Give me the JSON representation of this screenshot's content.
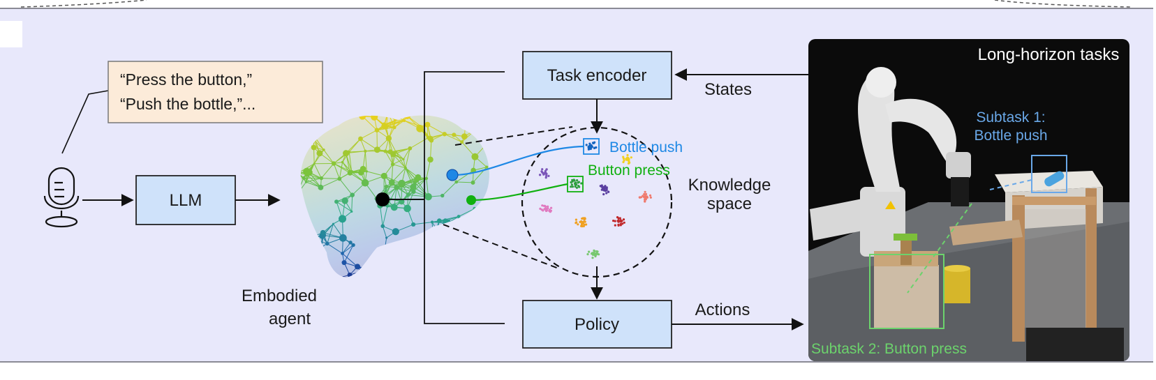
{
  "panel_label": "",
  "speech_bubble": {
    "line1": "“Press the button,”",
    "line2": "“Push the bottle,”..."
  },
  "boxes": {
    "llm": "LLM",
    "task_encoder": "Task encoder",
    "policy": "Policy"
  },
  "arrow_labels": {
    "states": "States",
    "actions": "Actions"
  },
  "agent_label": {
    "line1": "Embodied",
    "line2": "agent"
  },
  "knowledge_space": {
    "line1": "Knowledge",
    "line2": "space",
    "skills": [
      {
        "name": "Bottle push",
        "color": "#1e88e5"
      },
      {
        "name": "Button press",
        "color": "#10b010"
      }
    ],
    "cluster_colors": [
      "#1565c0",
      "#2e9e3e",
      "#7a55b8",
      "#5a3fa0",
      "#ef7a6e",
      "#e07ac0",
      "#f0a020",
      "#c0282a",
      "#78c870",
      "#f2d020"
    ]
  },
  "photo": {
    "title": "Long-horizon tasks",
    "subtask1": {
      "line1": "Subtask 1:",
      "line2": "Bottle push",
      "color": "#6aa8e8"
    },
    "subtask2": {
      "text": "Subtask 2: Button press",
      "color": "#6cd36c"
    }
  },
  "colors": {
    "box_fill": "#cfe2fa",
    "bubble_fill": "#fcebd9",
    "panel_bg": "#e8e8fb"
  }
}
